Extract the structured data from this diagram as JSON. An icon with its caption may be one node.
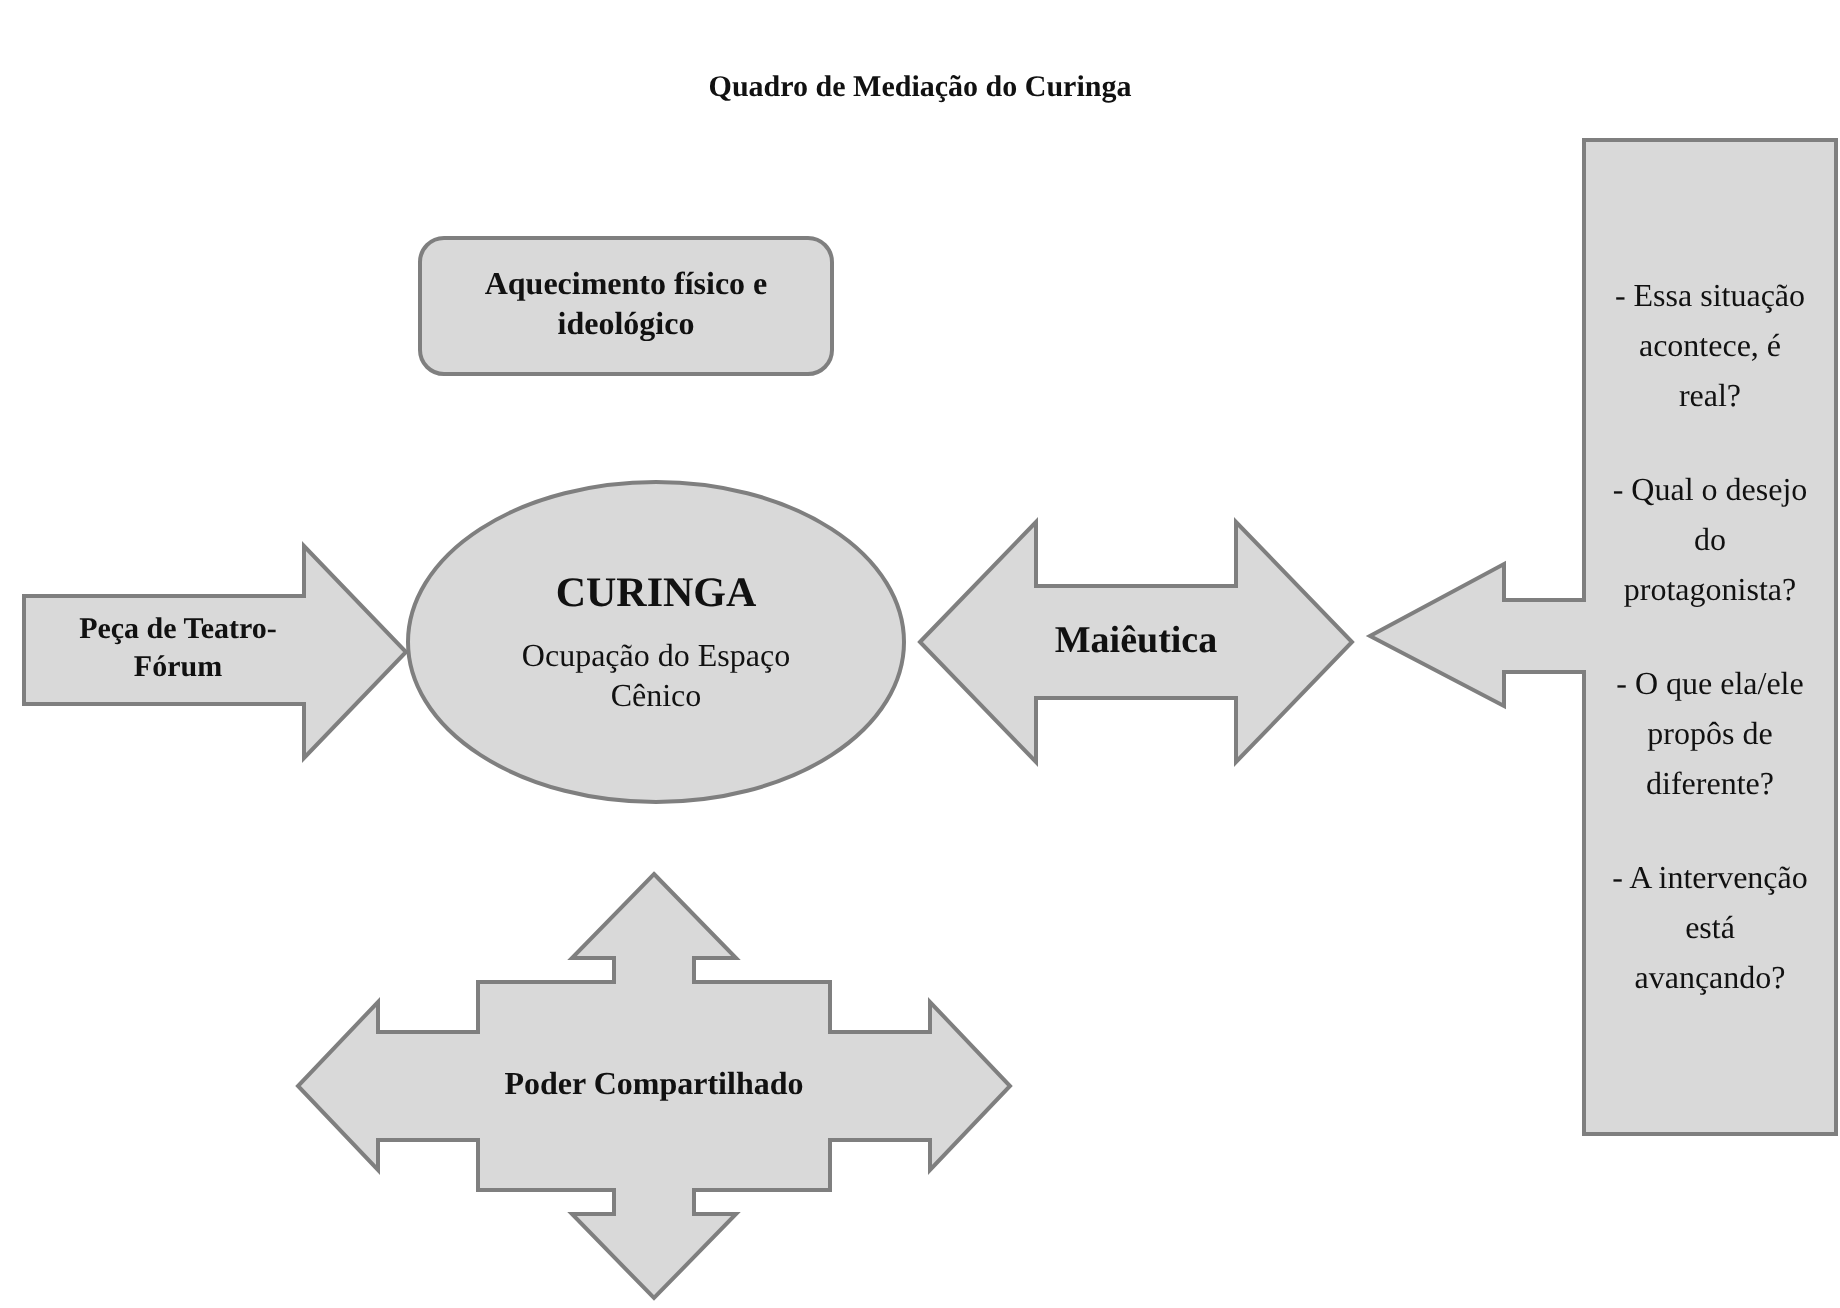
{
  "diagram": {
    "title": "Quadro de Mediação do Curinga",
    "nodes": [
      {
        "text": [
          "Aquecimento físico e ideológico"
        ]
      },
      {
        "text": [
          "Peça de Teatro-Fórum"
        ]
      },
      {
        "text": [
          "CURINGA",
          "Ocupação do Espaço Cênico"
        ]
      },
      {
        "text": [
          "Poder Compartilhado"
        ]
      },
      {
        "text": [
          "- Essa situação acontece, é real?",
          "- Qual o desejo do protagonista?",
          "- O que ela/ele propôs de diferente?",
          "- A intervenção está avançando?"
        ]
      }
    ],
    "edges": [
      {
        "from": 2,
        "to": 4,
        "arrow": "both",
        "label": "Maiêutica",
        "style": "thick"
      }
    ]
  }
}
